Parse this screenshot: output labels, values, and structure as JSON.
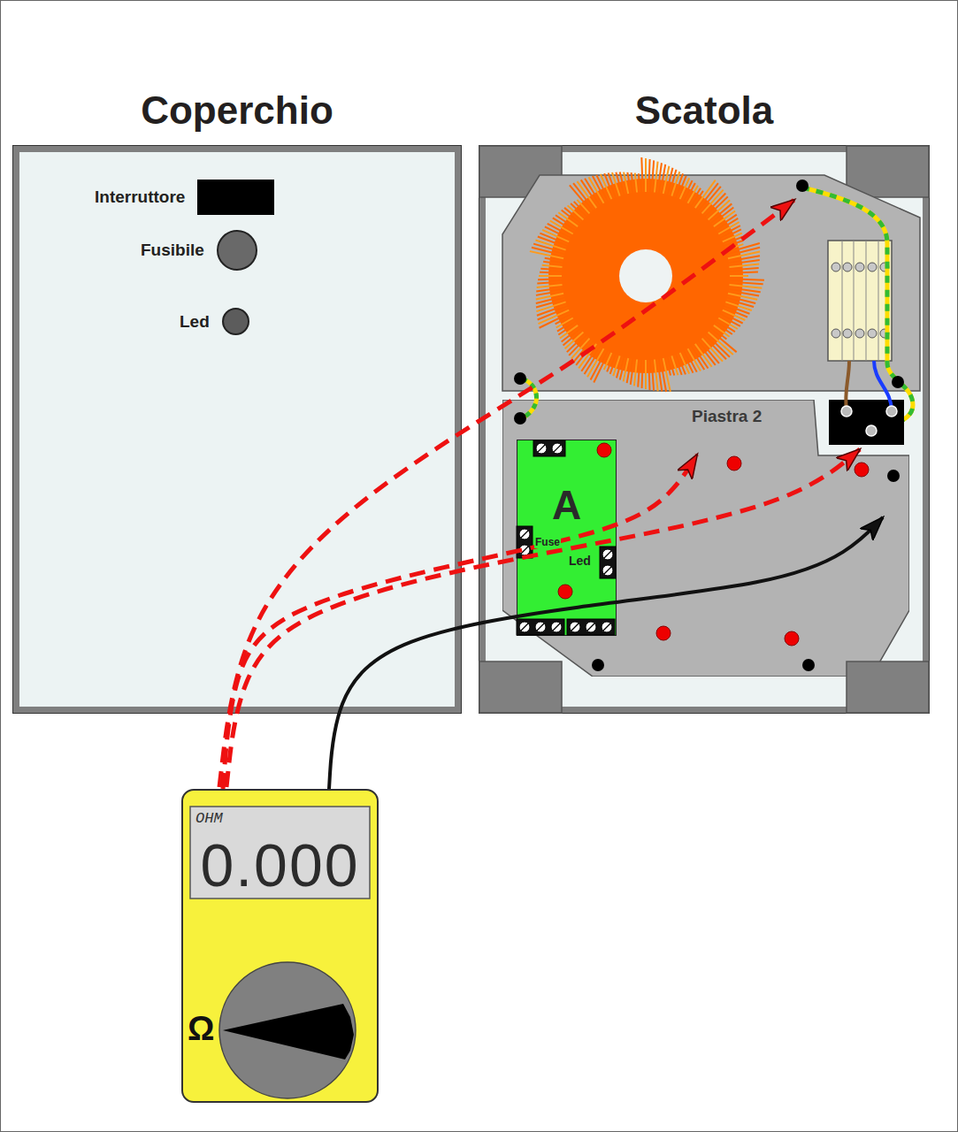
{
  "diagram": {
    "nodes": [
      {
        "text": [
          "Coperchio"
        ]
      },
      {
        "text": [
          "Scatola"
        ]
      },
      {
        "text": [
          "Interruttore"
        ],
        "in": 0
      },
      {
        "text": [
          "Fusibile"
        ],
        "in": 0
      },
      {
        "text": [
          "Led"
        ],
        "in": 0
      },
      {
        "text": [
          "Piastra 2"
        ],
        "in": 1
      },
      {
        "text": [
          "A",
          "Fuse",
          "Led"
        ],
        "in": 5
      },
      {
        "text": [
          "OHM",
          "0.000",
          "Ω"
        ]
      }
    ],
    "edges": [
      {
        "from": 7,
        "to": 5,
        "arrow": "to"
      },
      {
        "from": 7,
        "to": 5,
        "arrow": "to"
      }
    ]
  }
}
